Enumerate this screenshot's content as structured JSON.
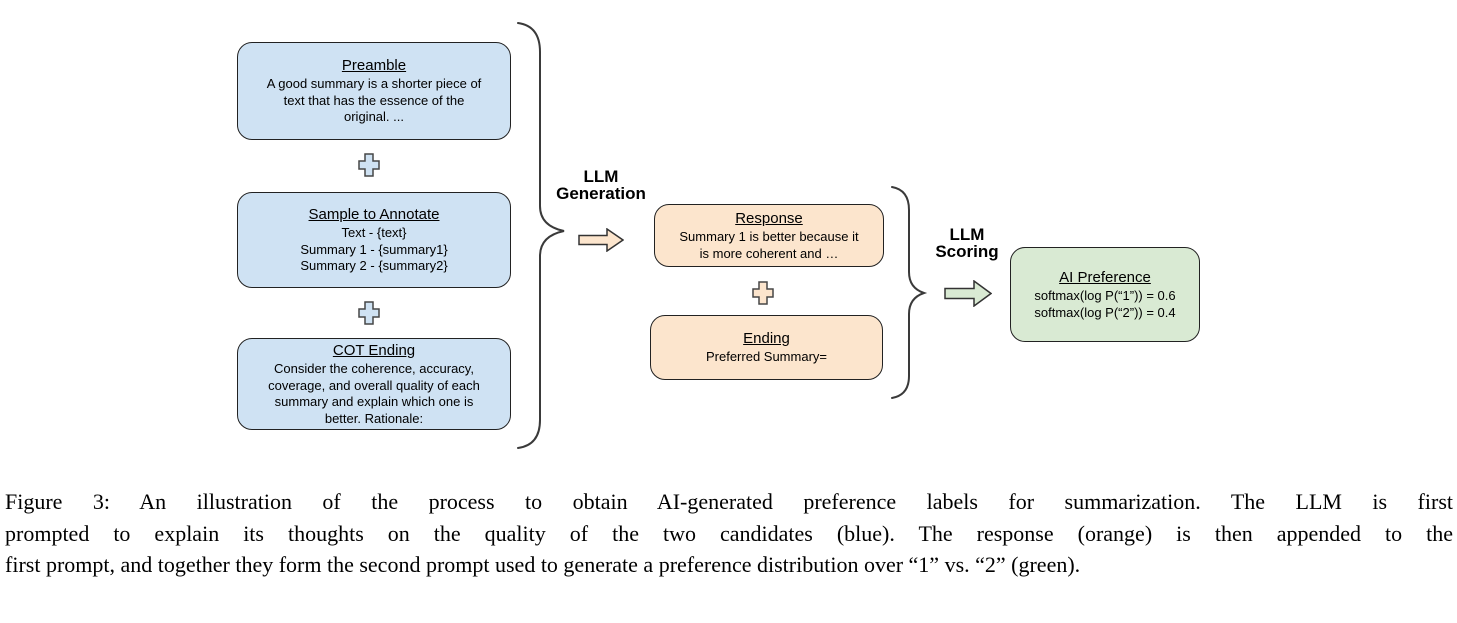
{
  "diagram": {
    "colors": {
      "blue_fill": "#cfe2f3",
      "orange_fill": "#fce5cd",
      "green_fill": "#d9ead3",
      "border": "#222222"
    },
    "blue_boxes": [
      {
        "title": "Preamble",
        "body": "A good summary is a shorter piece of\ntext that has the essence of the\noriginal. ..."
      },
      {
        "title": "Sample to Annotate",
        "body": "Text - {text}\nSummary 1 - {summary1}\nSummary 2 - {summary2}"
      },
      {
        "title": "COT Ending",
        "body": "Consider the coherence, accuracy,\ncoverage, and overall quality of each\nsummary and explain which one is\nbetter. Rationale:"
      }
    ],
    "orange_boxes": [
      {
        "title": "Response",
        "body": "Summary 1 is better because it\nis more coherent and …"
      },
      {
        "title": "Ending",
        "body": "Preferred Summary="
      }
    ],
    "green_box": {
      "title": "AI Preference",
      "body": "softmax(log P(“1”)) = 0.6\nsoftmax(log P(“2”)) = 0.4"
    },
    "labels": {
      "generation": "LLM\nGeneration",
      "scoring": "LLM\nScoring"
    },
    "icons": {
      "plus": "plus-icon",
      "arrow": "block-arrow-right-icon",
      "brace": "curly-brace-icon"
    }
  },
  "caption": {
    "lines": [
      "Figure 3: An illustration of the process to obtain AI-generated preference labels for summarization. The LLM is first",
      "prompted to explain its thoughts on the quality of the two candidates (blue). The response (orange) is then appended to the",
      "first prompt, and together they form the second prompt used to generate a preference distribution over “1” vs. “2” (green)."
    ]
  }
}
